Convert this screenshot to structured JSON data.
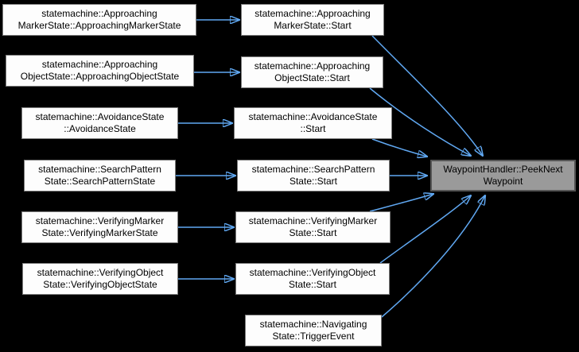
{
  "diagram": {
    "type": "caller-graph",
    "colors": {
      "bg": "#000000",
      "edge": "#60a8f2",
      "node_fill": "#fdfdfd",
      "node_border": "#7c7c7c",
      "node_text": "#000000",
      "focus_fill": "#9a9a9a",
      "focus_border": "#555555"
    },
    "nodes": [
      {
        "id": "approaching-marker-state-ctor",
        "label": "statemachine::Approaching\nMarkerState::ApproachingMarkerState"
      },
      {
        "id": "approaching-object-state-ctor",
        "label": "statemachine::Approaching\nObjectState::ApproachingObjectState"
      },
      {
        "id": "avoidance-state-ctor",
        "label": "statemachine::AvoidanceState\n::AvoidanceState"
      },
      {
        "id": "search-pattern-state-ctor",
        "label": "statemachine::SearchPattern\nState::SearchPatternState"
      },
      {
        "id": "verifying-marker-state-ctor",
        "label": "statemachine::VerifyingMarker\nState::VerifyingMarkerState"
      },
      {
        "id": "verifying-object-state-ctor",
        "label": "statemachine::VerifyingObject\nState::VerifyingObjectState"
      },
      {
        "id": "approaching-marker-state-start",
        "label": "statemachine::Approaching\nMarkerState::Start"
      },
      {
        "id": "approaching-object-state-start",
        "label": "statemachine::Approaching\nObjectState::Start"
      },
      {
        "id": "avoidance-state-start",
        "label": "statemachine::AvoidanceState\n::Start"
      },
      {
        "id": "search-pattern-state-start",
        "label": "statemachine::SearchPattern\nState::Start"
      },
      {
        "id": "verifying-marker-state-start",
        "label": "statemachine::VerifyingMarker\nState::Start"
      },
      {
        "id": "verifying-object-state-start",
        "label": "statemachine::VerifyingObject\nState::Start"
      },
      {
        "id": "navigating-state-trigger-event",
        "label": "statemachine::Navigating\nState::TriggerEvent"
      },
      {
        "id": "waypoint-handler-peek-next-waypoint",
        "label": "WaypointHandler::PeekNext\nWaypoint",
        "highlighted": true
      }
    ],
    "edges": [
      {
        "from": "statemachine::ApproachingMarkerState::ApproachingMarkerState",
        "to": "statemachine::ApproachingMarkerState::Start"
      },
      {
        "from": "statemachine::ApproachingObjectState::ApproachingObjectState",
        "to": "statemachine::ApproachingObjectState::Start"
      },
      {
        "from": "statemachine::AvoidanceState::AvoidanceState",
        "to": "statemachine::AvoidanceState::Start"
      },
      {
        "from": "statemachine::SearchPatternState::SearchPatternState",
        "to": "statemachine::SearchPatternState::Start"
      },
      {
        "from": "statemachine::VerifyingMarkerState::VerifyingMarkerState",
        "to": "statemachine::VerifyingMarkerState::Start"
      },
      {
        "from": "statemachine::VerifyingObjectState::VerifyingObjectState",
        "to": "statemachine::VerifyingObjectState::Start"
      },
      {
        "from": "statemachine::ApproachingMarkerState::Start",
        "to": "WaypointHandler::PeekNextWaypoint"
      },
      {
        "from": "statemachine::ApproachingObjectState::Start",
        "to": "WaypointHandler::PeekNextWaypoint"
      },
      {
        "from": "statemachine::AvoidanceState::Start",
        "to": "WaypointHandler::PeekNextWaypoint"
      },
      {
        "from": "statemachine::SearchPatternState::Start",
        "to": "WaypointHandler::PeekNextWaypoint"
      },
      {
        "from": "statemachine::VerifyingMarkerState::Start",
        "to": "WaypointHandler::PeekNextWaypoint"
      },
      {
        "from": "statemachine::VerifyingObjectState::Start",
        "to": "WaypointHandler::PeekNextWaypoint"
      },
      {
        "from": "statemachine::NavigatingState::TriggerEvent",
        "to": "WaypointHandler::PeekNextWaypoint"
      }
    ]
  }
}
